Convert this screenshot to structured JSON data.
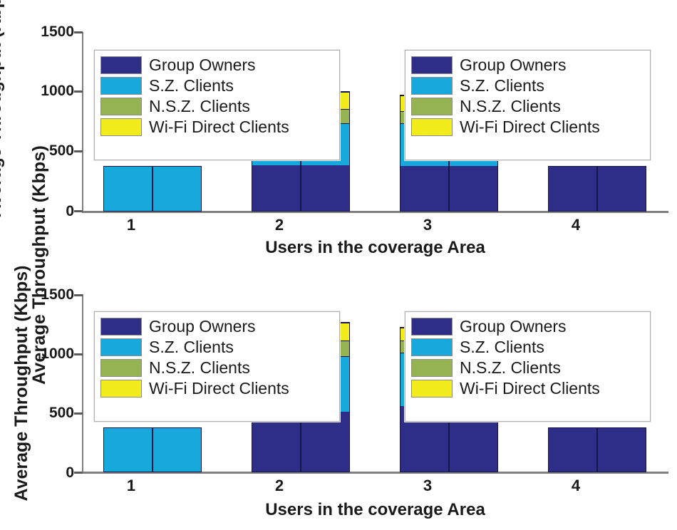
{
  "figure": {
    "ylabel_outer": "Average Throughput (Kbps)",
    "ylabel_top_panel": "Average Throughput (Kbps)",
    "colors": {
      "group_owners": "#2e2d87",
      "sz_clients": "#17a9db",
      "nsz_clients": "#96b351",
      "wifi_direct_clients": "#f2ec1d",
      "axis": "#7f7f7f",
      "edge": "#15154a",
      "legend_border": "#b0b0b0",
      "background": "#ffffff"
    }
  },
  "legend": {
    "items": [
      {
        "label": "Group Owners",
        "color": "#2e2d87",
        "swatch_name": "swatch-group-owners"
      },
      {
        "label": "S.Z. Clients",
        "color": "#17a9db",
        "swatch_name": "swatch-sz-clients"
      },
      {
        "label": "N.S.Z. Clients",
        "color": "#96b351",
        "swatch_name": "swatch-nsz-clients"
      },
      {
        "label": "Wi-Fi Direct Clients",
        "color": "#f2ec1d",
        "swatch_name": "swatch-wifi-direct-clients"
      }
    ]
  },
  "chart_data": [
    {
      "id": "top-chart",
      "type": "bar",
      "stacked": true,
      "title": "",
      "xlabel": "Users in the coverage Area",
      "ylabel": "Average Throughput (Kbps)",
      "categories": [
        "1",
        "2",
        "3",
        "4"
      ],
      "ytick_labels": [
        "0",
        "500",
        "1000",
        "1500"
      ],
      "yticks": [
        0,
        500,
        1000,
        1500
      ],
      "ylim": [
        0,
        1500
      ],
      "grid": false,
      "legend_position": "upper-left and upper-center overlapping plot",
      "bars_per_category": 2,
      "series": [
        {
          "name": "Group Owners",
          "color": "#2e2d87",
          "values": [
            0,
            387,
            381,
            381
          ]
        },
        {
          "name": "S.Z. Clients",
          "color": "#17a9db",
          "values": [
            381,
            357,
            363,
            0
          ]
        },
        {
          "name": "N.S.Z. Clients",
          "color": "#96b351",
          "values": [
            0,
            119,
            101,
            0
          ]
        },
        {
          "name": "Wi-Fi Direct Clients",
          "color": "#f2ec1d",
          "values": [
            0,
            142,
            131,
            0
          ]
        }
      ],
      "totals": [
        381,
        1005,
        976,
        381
      ]
    },
    {
      "id": "bottom-chart",
      "type": "bar",
      "stacked": true,
      "title": "",
      "xlabel": "Users in the coverage Area",
      "ylabel": "Average Throughput (Kbps)",
      "categories": [
        "1",
        "2",
        "3",
        "4"
      ],
      "ytick_labels": [
        "0",
        "500",
        "1000",
        "1500"
      ],
      "yticks": [
        0,
        500,
        1000,
        1500
      ],
      "ylim": [
        0,
        1500
      ],
      "grid": false,
      "legend_position": "upper-left and upper-center overlapping plot",
      "bars_per_category": 2,
      "series": [
        {
          "name": "Group Owners",
          "color": "#2e2d87",
          "values": [
            0,
            506,
            560,
            381
          ]
        },
        {
          "name": "S.Z. Clients",
          "color": "#17a9db",
          "values": [
            381,
            476,
            452,
            0
          ]
        },
        {
          "name": "N.S.Z. Clients",
          "color": "#96b351",
          "values": [
            0,
            133,
            102,
            0
          ]
        },
        {
          "name": "Wi-Fi Direct Clients",
          "color": "#f2ec1d",
          "values": [
            0,
            151,
            108,
            0
          ]
        }
      ],
      "totals": [
        381,
        1266,
        1222,
        381
      ]
    }
  ]
}
